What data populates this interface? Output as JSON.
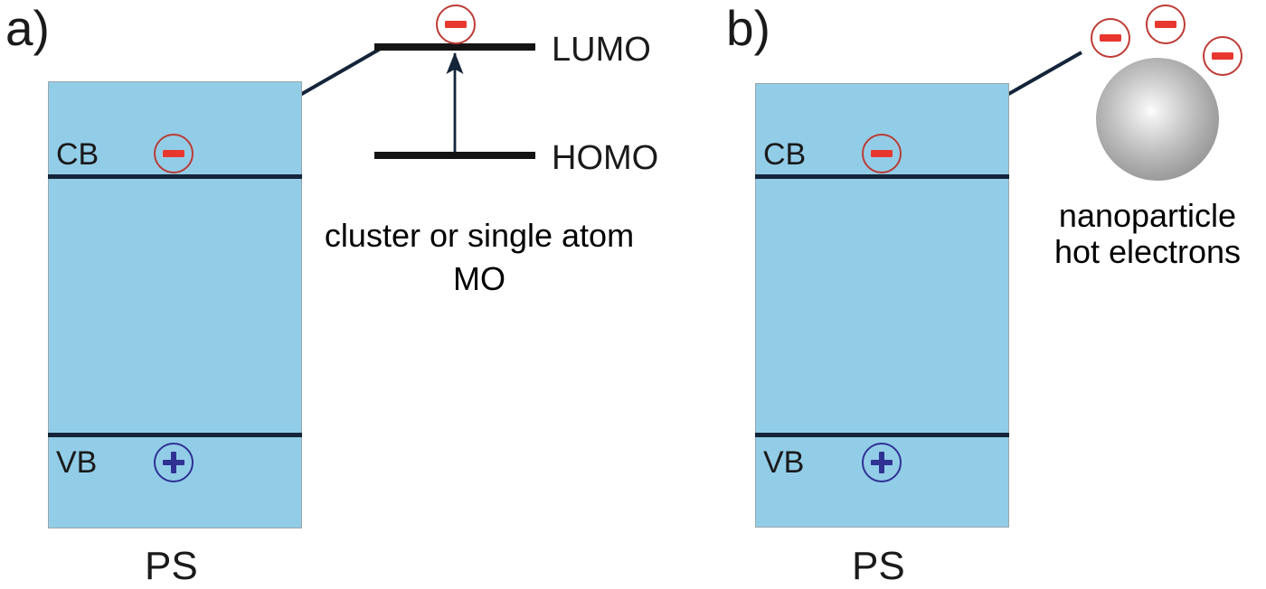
{
  "figure": {
    "panels": [
      {
        "letter": "a)",
        "semiconductor": {
          "conduction_band_label": "CB",
          "valence_band_label": "VB",
          "material_label": "PS",
          "electron_symbol": "minus-charge",
          "hole_symbol": "plus-charge"
        },
        "donor": {
          "type": "molecular-orbital-diagram",
          "upper_level_label": "LUMO",
          "lower_level_label": "HOMO",
          "caption_line1": "cluster or single atom",
          "caption_line2": "MO",
          "electron_count": 1
        }
      },
      {
        "letter": "b)",
        "semiconductor": {
          "conduction_band_label": "CB",
          "valence_band_label": "VB",
          "material_label": "PS",
          "electron_symbol": "minus-charge",
          "hole_symbol": "plus-charge"
        },
        "donor": {
          "type": "metal-nanoparticle",
          "caption_line1": "nanoparticle",
          "caption_line2": "hot electrons",
          "electron_count": 3
        }
      }
    ],
    "colors": {
      "semiconductor_fill": "#92cde8",
      "semiconductor_border": "#9aa6ab",
      "band_line": "#14253a",
      "electron_ring": "#bc3b34",
      "electron_bar": "#e8372e",
      "hole_ring": "#2f3193",
      "mo_level": "#141414",
      "arrow": "#14253a",
      "nanoparticle_light": "#fdfdfd",
      "nanoparticle_dark": "#8a8a8a",
      "text": "#1a1a1a"
    }
  }
}
